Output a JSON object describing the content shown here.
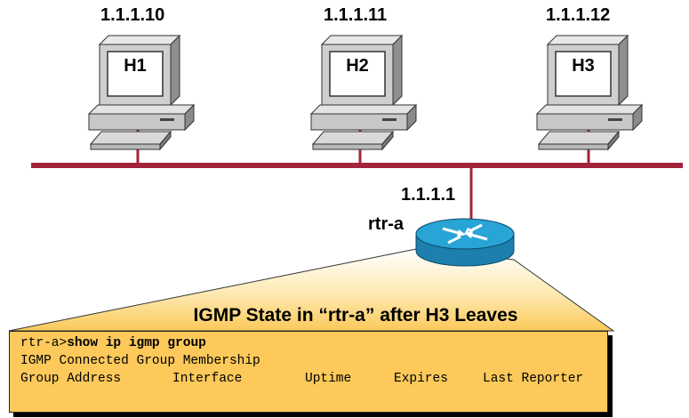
{
  "hosts": [
    {
      "name": "H1",
      "ip": "1.1.1.10"
    },
    {
      "name": "H2",
      "ip": "1.1.1.11"
    },
    {
      "name": "H3",
      "ip": "1.1.1.12"
    }
  ],
  "router": {
    "name": "rtr-a",
    "ip": "1.1.1.1"
  },
  "caption": "IGMP State in “rtr-a” after H3 Leaves",
  "cli": {
    "prompt": "rtr-a>",
    "command": "show ip igmp group",
    "line2": "IGMP Connected Group Membership",
    "headers": [
      "Group Address",
      "Interface",
      "Uptime",
      "Expires",
      "Last Reporter"
    ]
  },
  "colors": {
    "lan": "#a3243a",
    "router_top": "#28a4d6",
    "router_side": "#1d7fae",
    "callout": "#fcc95a",
    "pc_body": "#c8c8c8"
  }
}
